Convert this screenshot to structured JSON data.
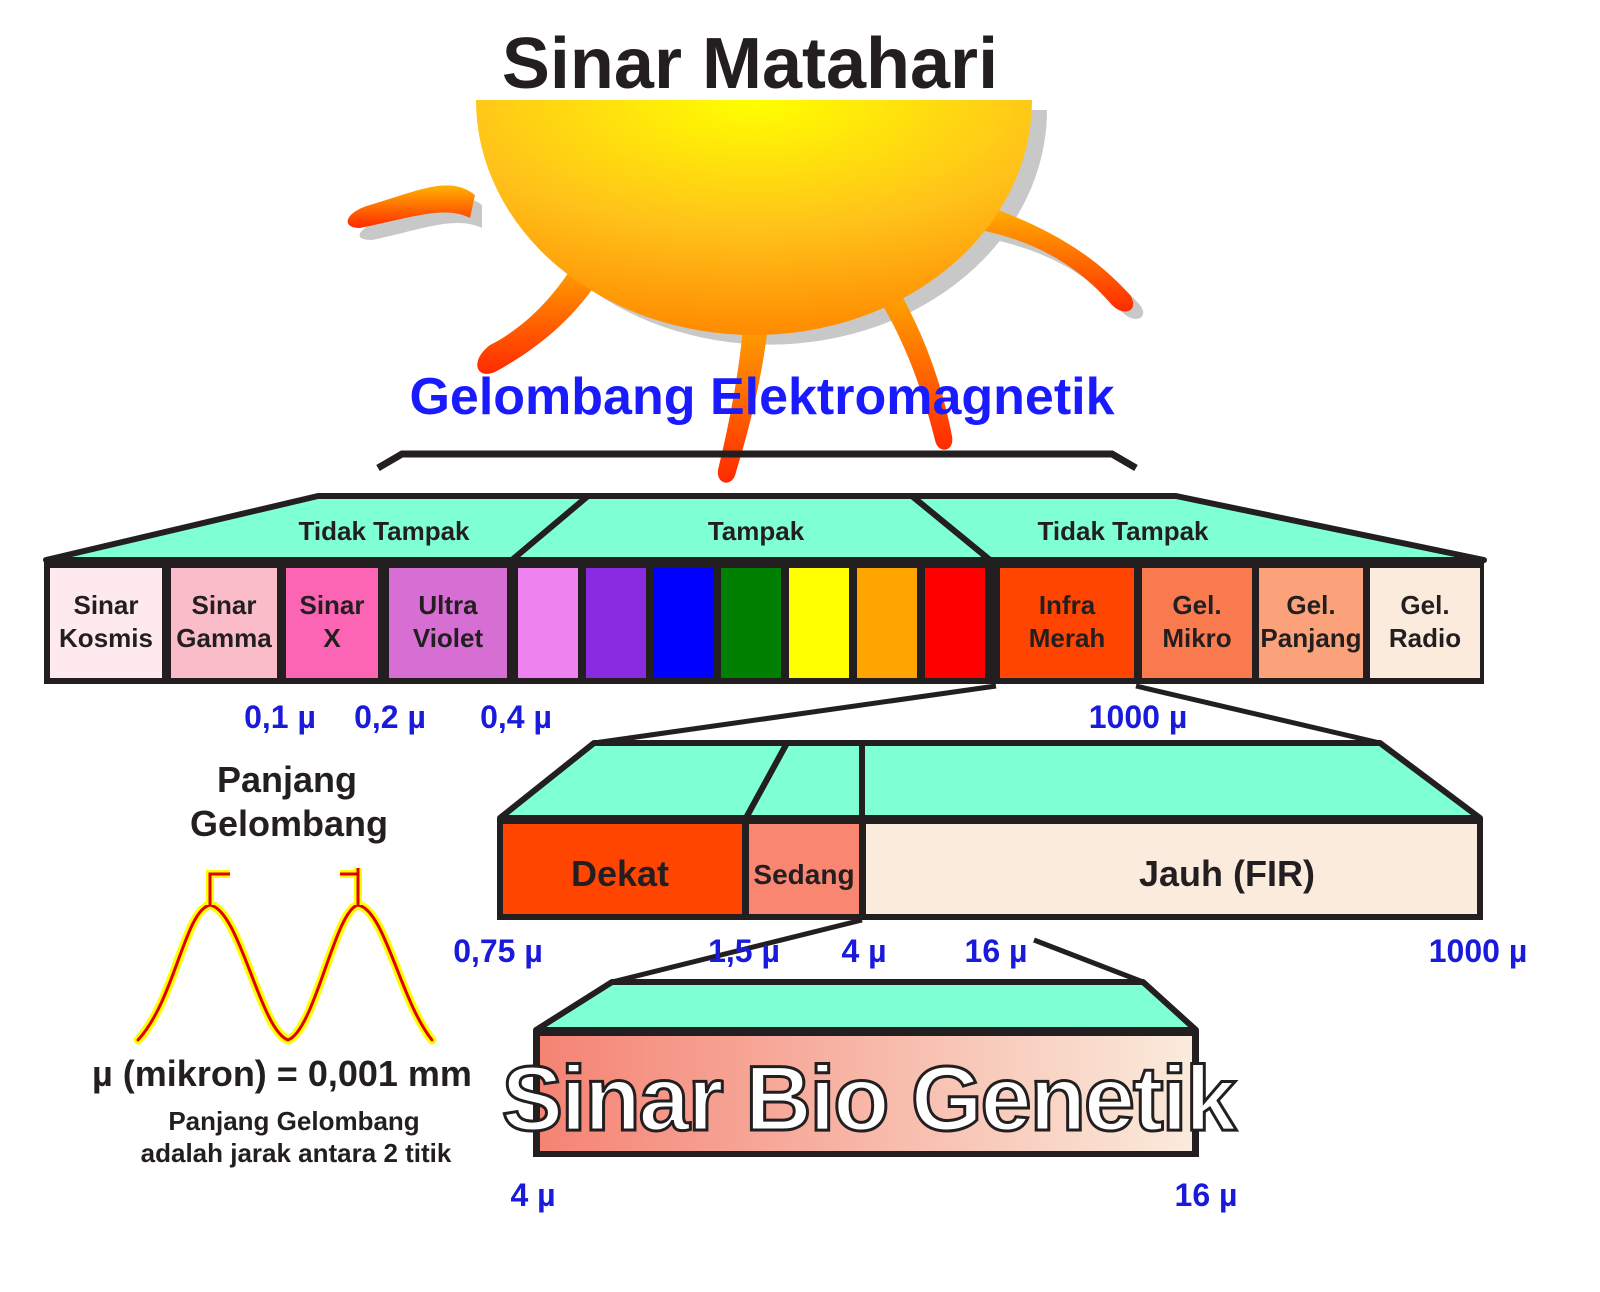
{
  "title": "Sinar Matahari",
  "subtitle": "Gelombang Elektromagnetik",
  "bands": [
    "Tidak Tampak",
    "Tampak",
    "Tidak Tampak"
  ],
  "spectrum": [
    {
      "line1": "Sinar",
      "line2": "Kosmis",
      "color": "#fde9ee",
      "text_color": "#231f20"
    },
    {
      "line1": "Sinar",
      "line2": "Gamma",
      "color": "#fbbcc9",
      "text_color": "#231f20"
    },
    {
      "line1": "Sinar",
      "line2": "X",
      "color": "#fb65b3",
      "text_color": "#231f20"
    },
    {
      "line1": "Ultra",
      "line2": "Violet",
      "color": "#d66ed4",
      "text_color": "#231f20"
    }
  ],
  "visible_colors": [
    "#ee82ee",
    "#8a2be2",
    "#0000ff",
    "#008000",
    "#ffff00",
    "#ffa500",
    "#ff0000"
  ],
  "spectrum_right": [
    {
      "line1": "Infra",
      "line2": "Merah",
      "color": "#ff4500",
      "text_color": "#231f20"
    },
    {
      "line1": "Gel.",
      "line2": "Mikro",
      "color": "#fa7a4f",
      "text_color": "#231f20"
    },
    {
      "line1": "Gel.",
      "line2": "Panjang",
      "color": "#fba27a",
      "text_color": "#231f20"
    },
    {
      "line1": "Gel.",
      "line2": "Radio",
      "color": "#faebdc",
      "text_color": "#231f20"
    }
  ],
  "spectrum_ticks": [
    "0,1 µ",
    "0,2 µ",
    "0,4 µ",
    "1000 µ"
  ],
  "wavelength_label": [
    "Panjang",
    "Gelombang"
  ],
  "infrared": [
    {
      "label": "Dekat",
      "color": "#ff4500"
    },
    {
      "label": "Sedang",
      "color": "#f88670"
    },
    {
      "label": "Jauh (FIR)",
      "color": "#faebdc"
    }
  ],
  "infrared_ticks": [
    "0,75 µ",
    "1,5 µ",
    "4 µ",
    "16 µ",
    "1000 µ"
  ],
  "micron_def": "µ (mikron) = 0,001 mm",
  "note": [
    "Panjang Gelombang",
    "adalah jarak antara 2 titik"
  ],
  "bio": "Sinar Bio Genetik",
  "bio_ticks": [
    "4 µ",
    "16 µ"
  ],
  "colors": {
    "teal": "#7fffd4",
    "outline": "#231f20",
    "tick_blue": "#1a1adb"
  }
}
